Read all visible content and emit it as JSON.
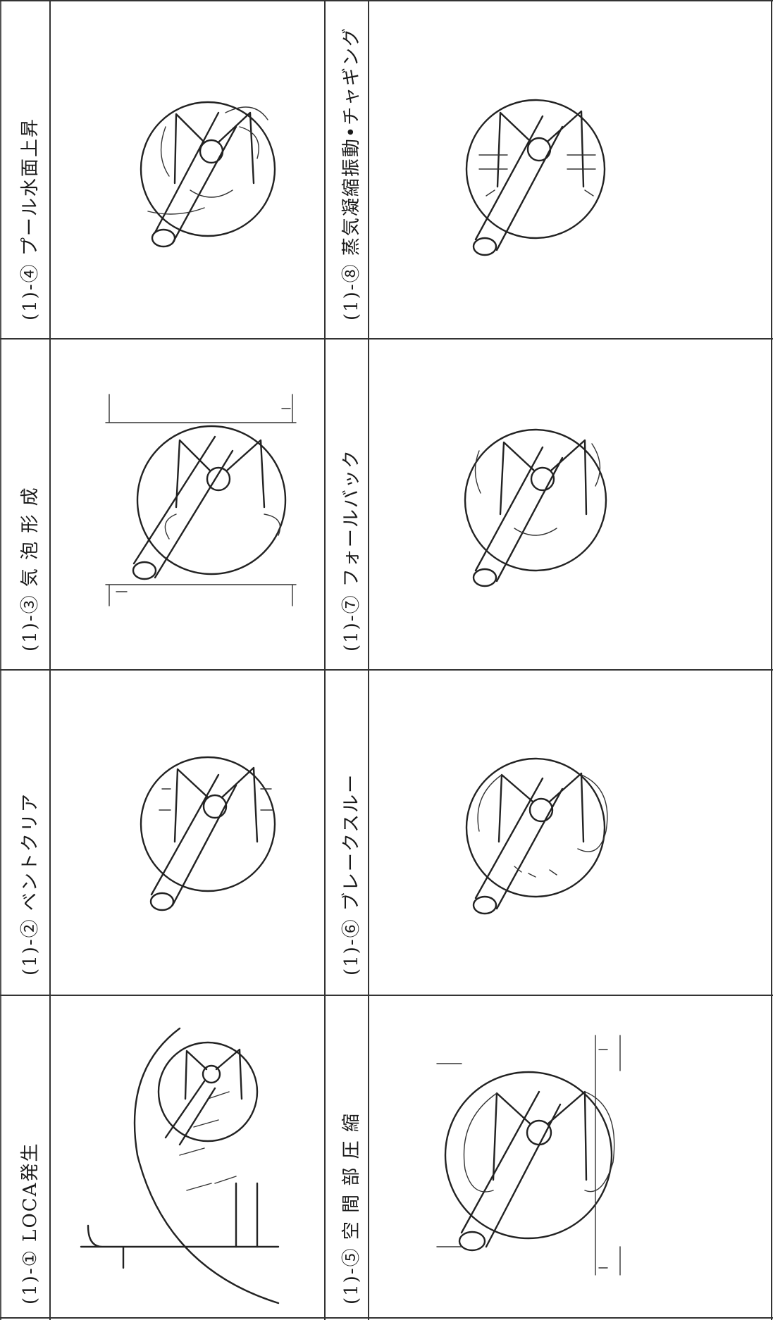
{
  "panels": [
    {
      "id": "1-1",
      "label": "(1)-① LOCA発生"
    },
    {
      "id": "1-2",
      "label": "(1)-② ベントクリア"
    },
    {
      "id": "1-3",
      "label": "(1)-③ 気 泡 形 成"
    },
    {
      "id": "1-4",
      "label": "(1)-④ プール水面上昇"
    },
    {
      "id": "1-5",
      "label": "(1)-⑤ 空 間 部 圧 縮"
    },
    {
      "id": "1-6",
      "label": "(1)-⑥ ブレークスルー"
    },
    {
      "id": "1-7",
      "label": "(1)-⑦ フォールバック"
    },
    {
      "id": "1-8",
      "label": "(1)-⑧ 蒸気凝縮振動•チャギング"
    }
  ]
}
